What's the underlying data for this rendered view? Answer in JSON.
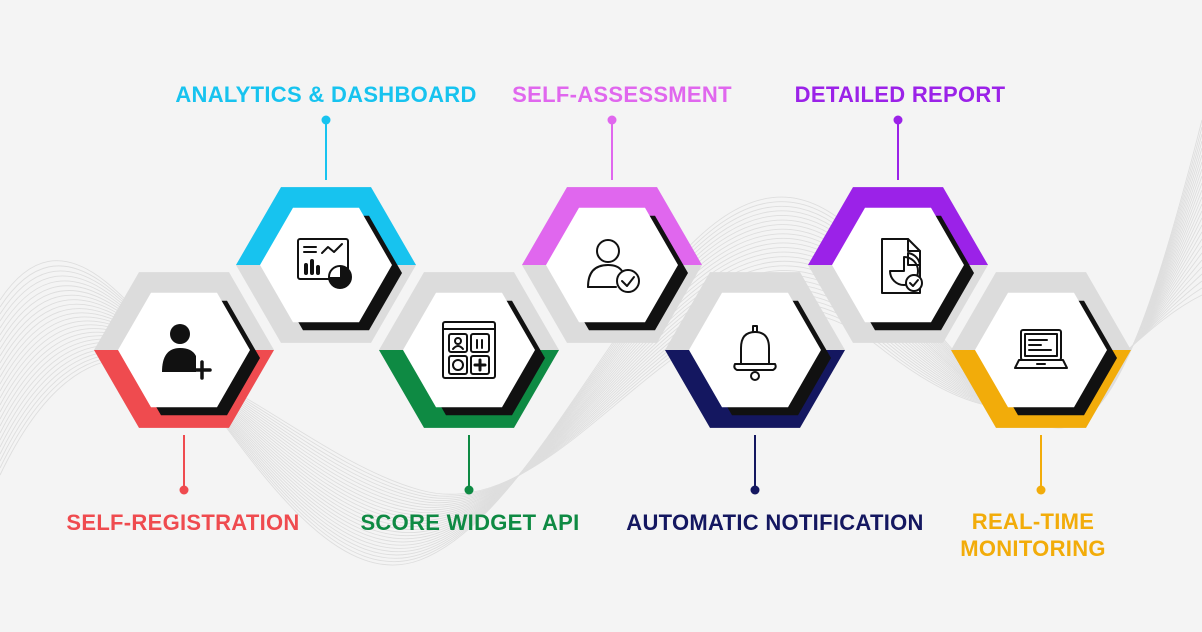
{
  "colors": {
    "background": "#f4f4f4",
    "connector_gray": "#dcdcdc",
    "shadow": "#111111",
    "hex_face": "#ffffff"
  },
  "features": [
    {
      "label": "SELF-REGISTRATION",
      "color": "#ef4b4f",
      "icon": "user-plus-icon",
      "position": "bottom"
    },
    {
      "label": "ANALYTICS & DASHBOARD",
      "color": "#17c3ef",
      "icon": "analytics-dashboard-icon",
      "position": "top"
    },
    {
      "label": "SCORE WIDGET API",
      "color": "#0e8a43",
      "icon": "widget-grid-icon",
      "position": "bottom"
    },
    {
      "label": "SELF-ASSESSMENT",
      "color": "#e067ee",
      "icon": "user-check-icon",
      "position": "top"
    },
    {
      "label": "AUTOMATIC NOTIFICATION",
      "color": "#141760",
      "icon": "bell-icon",
      "position": "bottom"
    },
    {
      "label": "DETAILED REPORT",
      "color": "#9b22e8",
      "icon": "report-chart-icon",
      "position": "top"
    },
    {
      "label": "REAL-TIME\nMONITORING",
      "color": "#f2ac0a",
      "icon": "laptop-monitor-icon",
      "position": "bottom"
    }
  ]
}
